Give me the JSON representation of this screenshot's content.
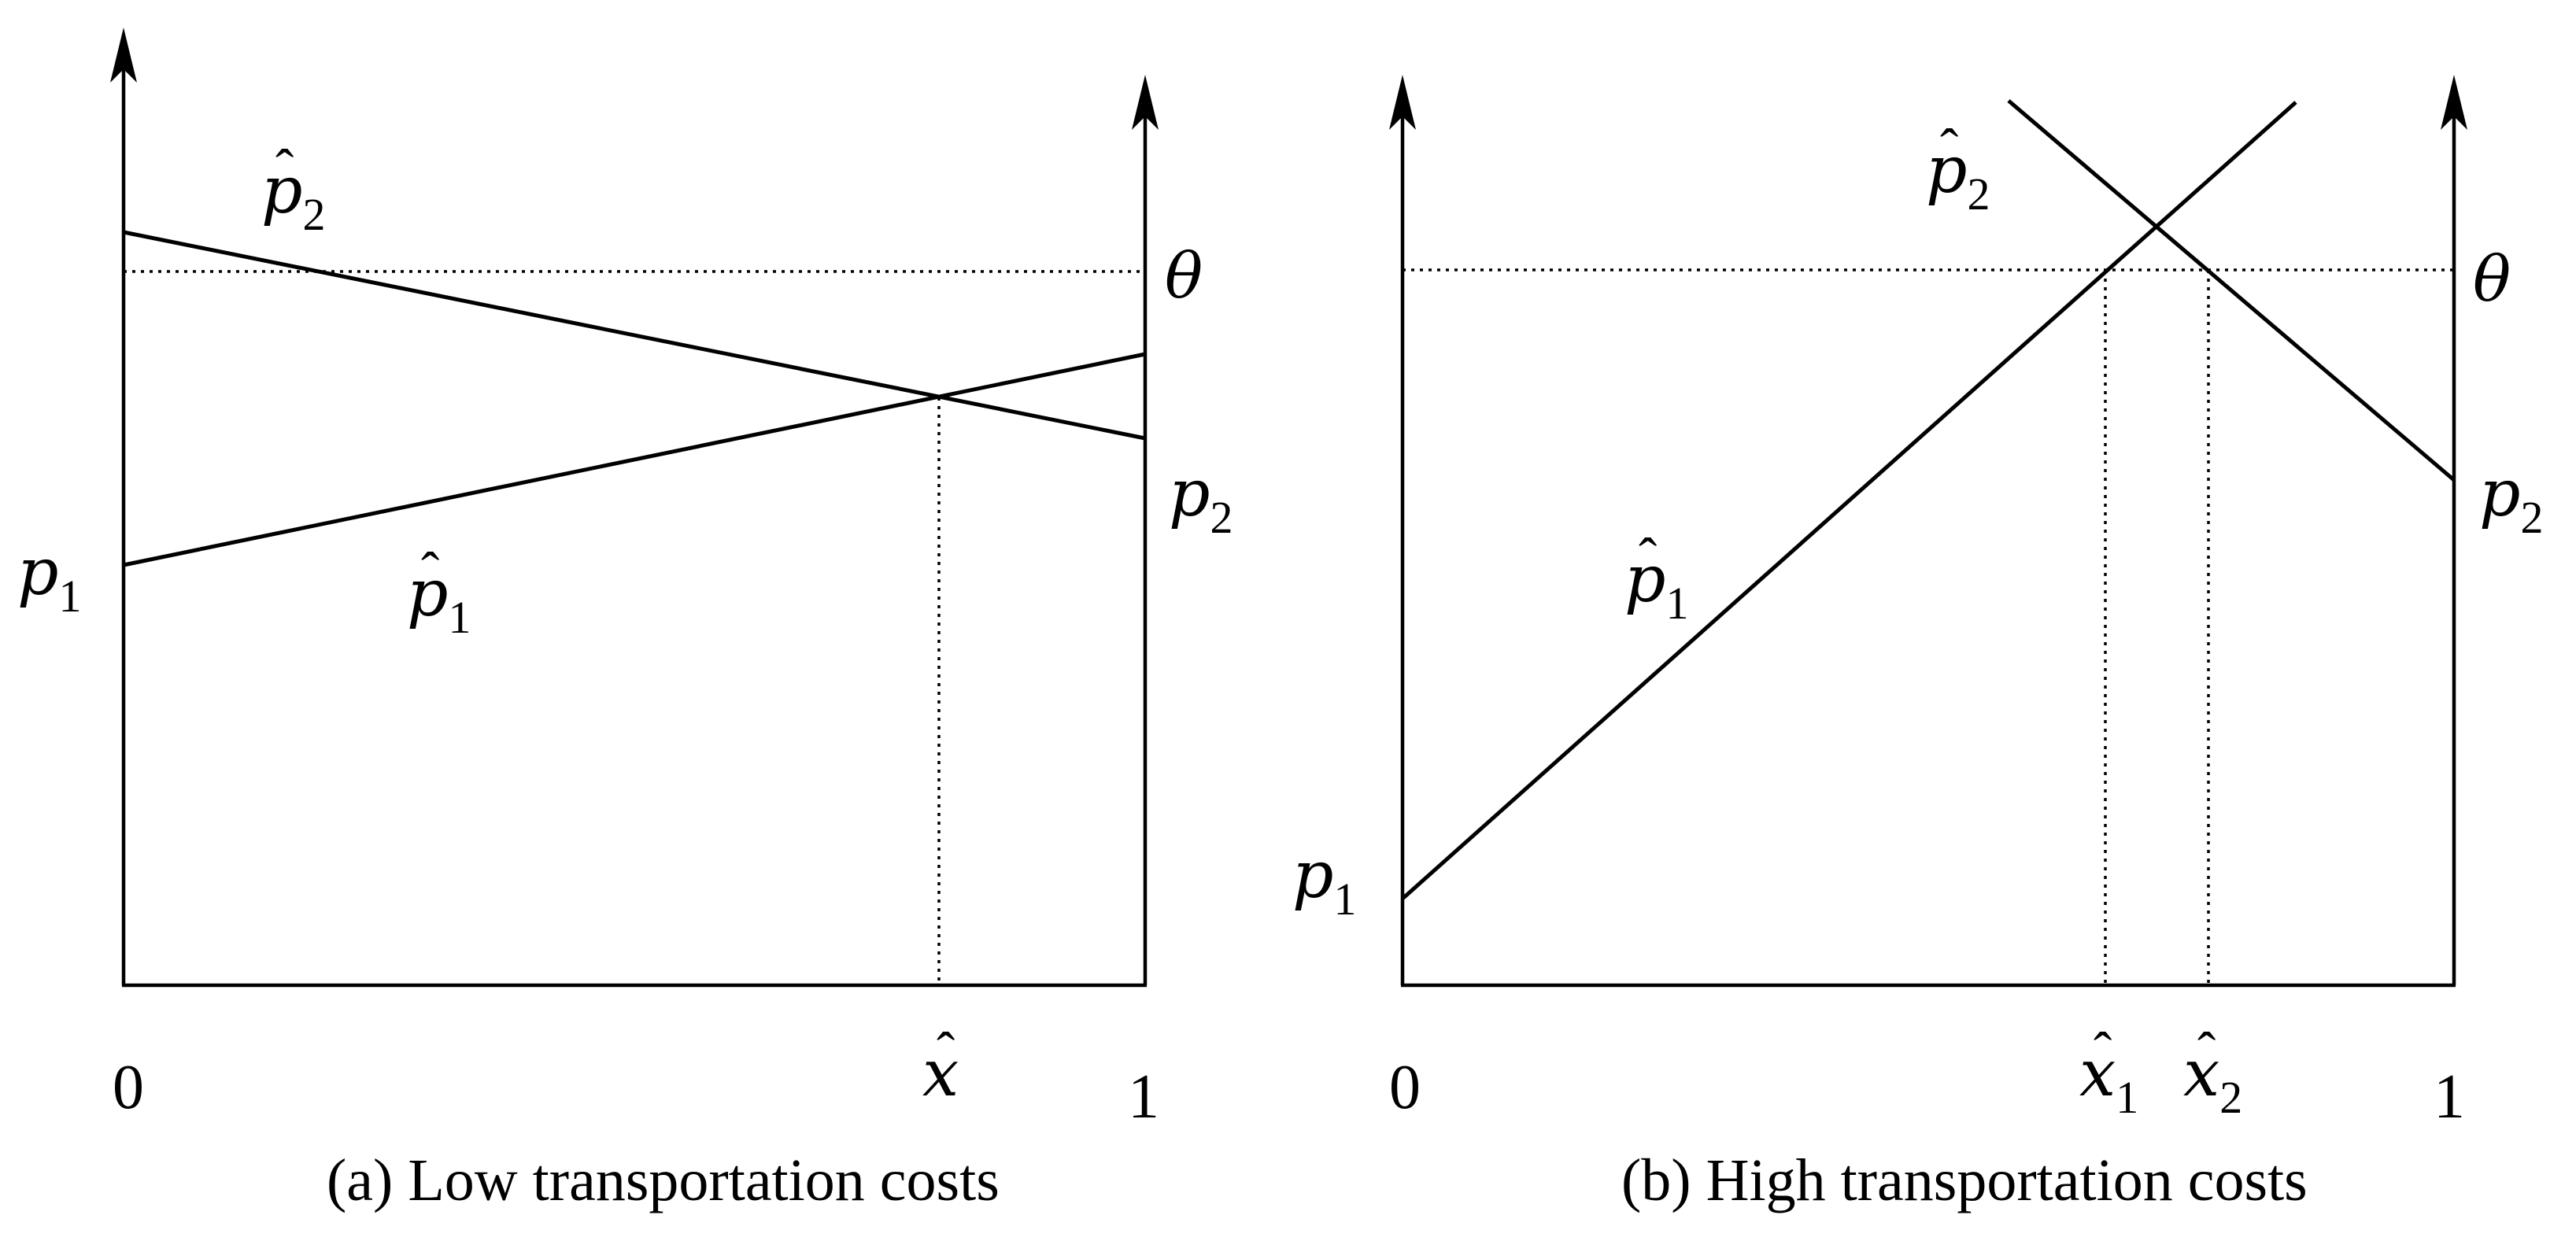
{
  "panels": [
    {
      "caption": "(a) Low transportation costs",
      "origin_label": "0",
      "end_label": "1",
      "theta_label": "θ",
      "p1_label": {
        "base": "p",
        "sub": "1"
      },
      "p2_label": {
        "base": "p",
        "sub": "2"
      },
      "p1hat_label": {
        "base": "p",
        "sub": "1"
      },
      "p2hat_label": {
        "base": "p",
        "sub": "2"
      },
      "xhat_labels": [
        {
          "base": "x",
          "sub": ""
        }
      ]
    },
    {
      "caption": "(b) High transportation costs",
      "origin_label": "0",
      "end_label": "1",
      "theta_label": "θ",
      "p1_label": {
        "base": "p",
        "sub": "1"
      },
      "p2_label": {
        "base": "p",
        "sub": "2"
      },
      "p1hat_label": {
        "base": "p",
        "sub": "1"
      },
      "p2hat_label": {
        "base": "p",
        "sub": "2"
      },
      "xhat_labels": [
        {
          "base": "x",
          "sub": "1"
        },
        {
          "base": "x",
          "sub": "2"
        }
      ]
    }
  ]
}
